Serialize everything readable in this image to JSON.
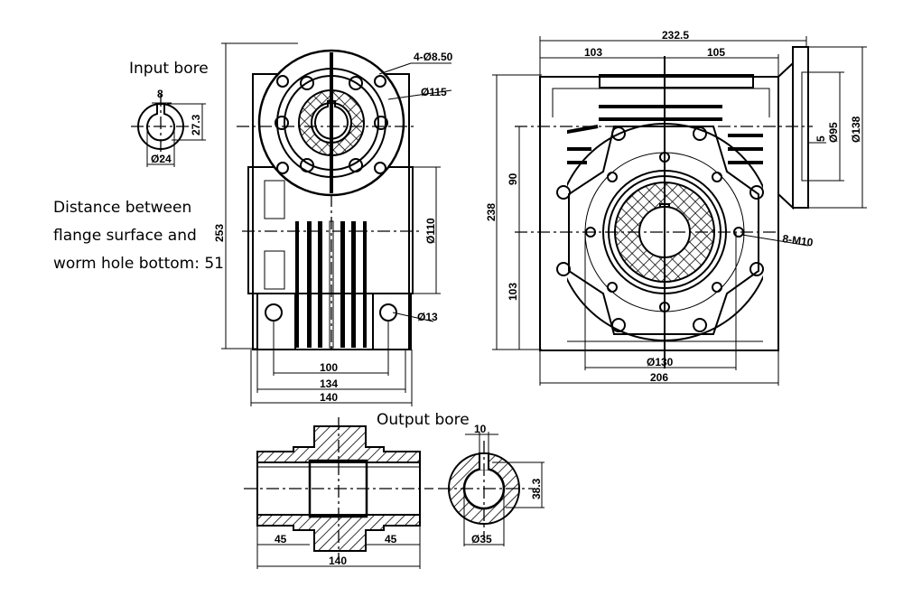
{
  "captions": {
    "input_bore": "Input bore",
    "output_bore": "Output bore",
    "distance_lines": [
      "Distance between",
      "flange surface and",
      "worm hole bottom: 51"
    ]
  },
  "input_bore_dims": {
    "key_width": "8",
    "key_height": "27.3",
    "diameter": "Ø24"
  },
  "front_view_dims": {
    "holes": "4-Ø8.50",
    "flange_diameter": "Ø115",
    "height": "253",
    "spigot": "Ø110",
    "foot_hole": "Ø13",
    "foot_spacing": "100",
    "foot_width": "134",
    "overall_width": "140"
  },
  "side_view_dims": {
    "overall_length": "232.5",
    "left_offset": "103",
    "right_offset": "105",
    "height": "238",
    "upper_height": "90",
    "lower_height": "103",
    "motor_spigot": "Ø95",
    "motor_flange": "Ø138",
    "spigot_depth": "5",
    "threads": "8-M10",
    "pcd": "Ø130",
    "base_width": "206"
  },
  "output_bore_dims": {
    "left_len": "45",
    "right_len": "45",
    "total_len": "140",
    "key_width": "10",
    "key_height": "38.3",
    "diameter": "Ø35"
  }
}
